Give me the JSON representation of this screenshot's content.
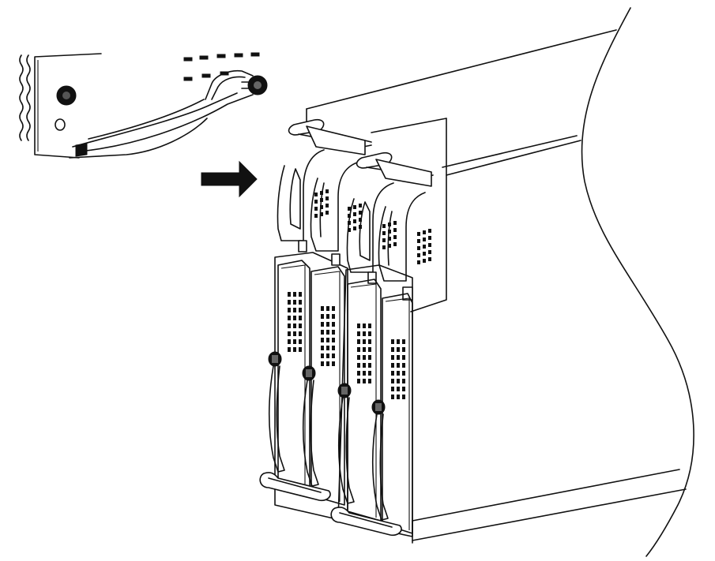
{
  "diagram": {
    "colors": {
      "line": "#111111",
      "background": "#ffffff",
      "arrow": "#111111"
    },
    "icons": [
      "detail-inset",
      "right-arrow-icon",
      "server-chassis",
      "psu-modules",
      "thumbscrew-icon",
      "vent-grille",
      "handle-icon"
    ],
    "psu_module_count": 4
  }
}
